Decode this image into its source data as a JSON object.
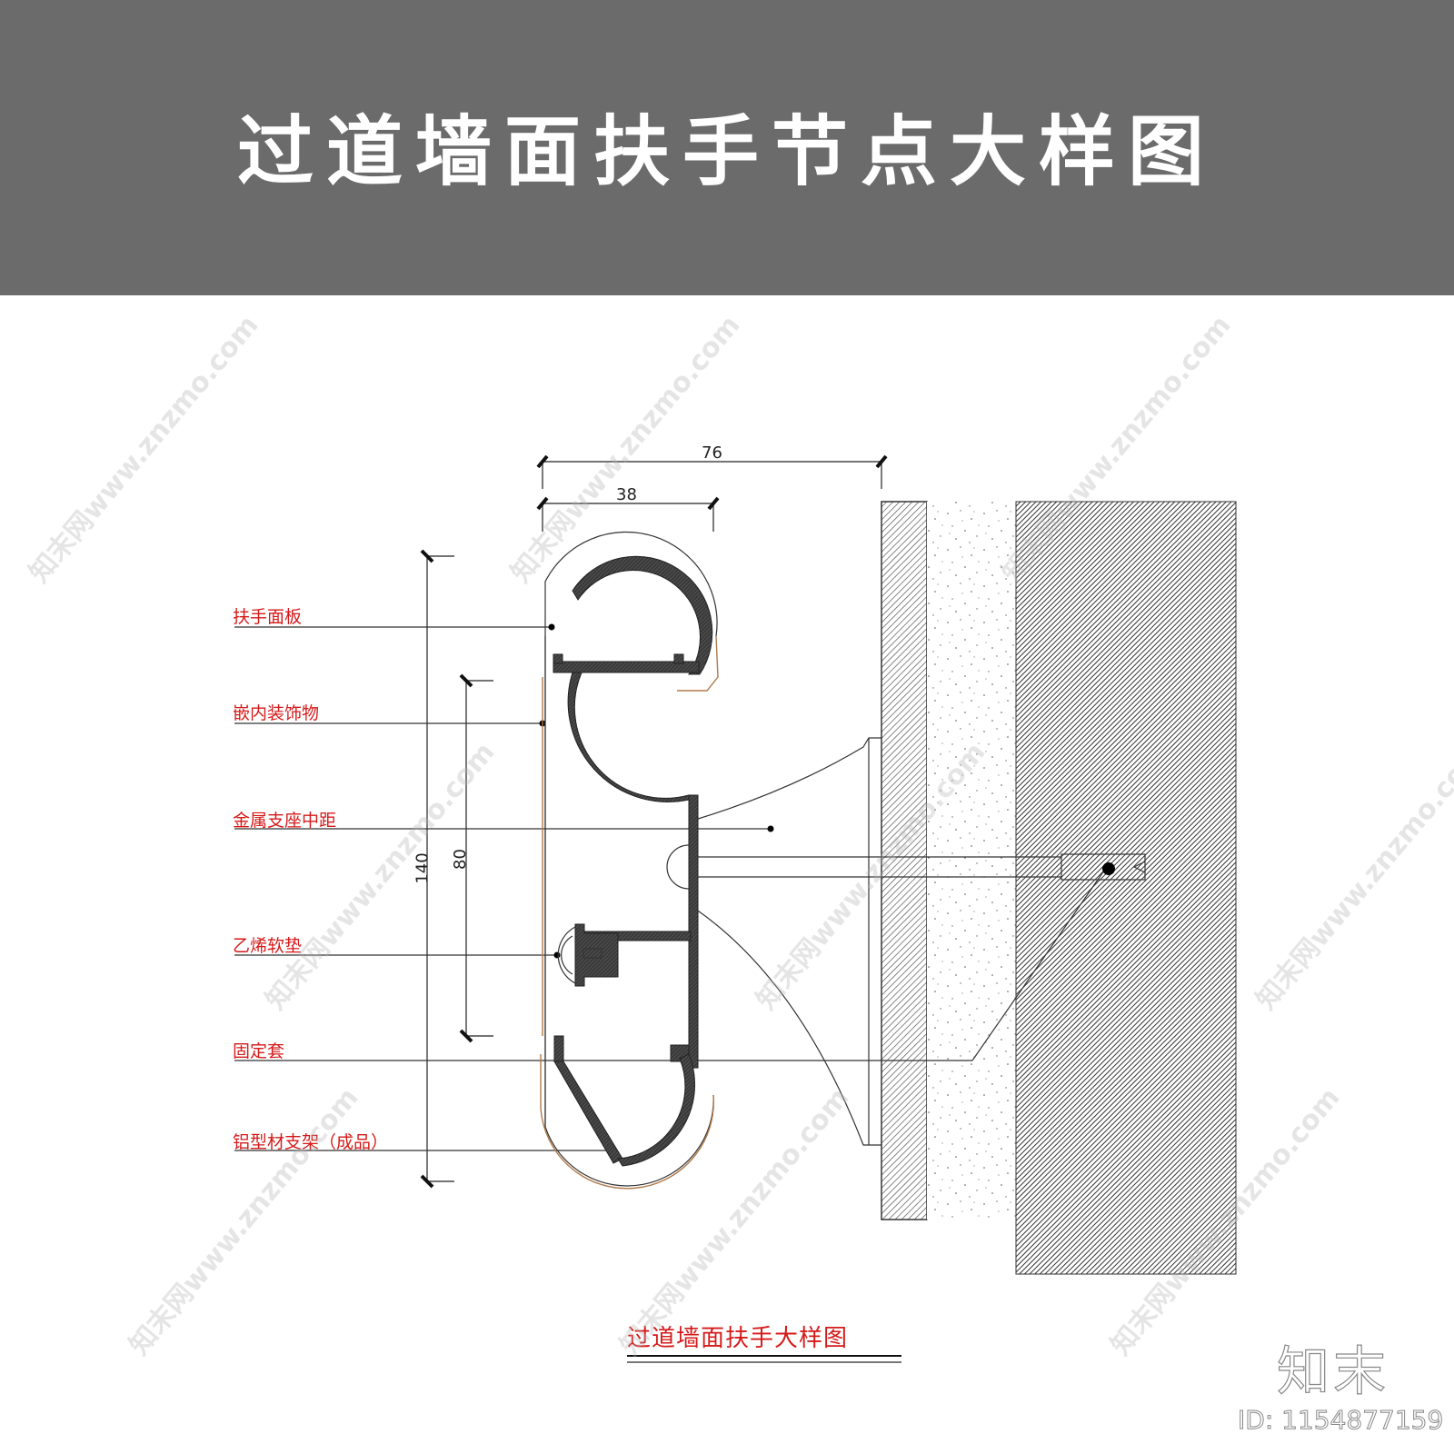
{
  "header": {
    "title": "过道墙面扶手节点大样图"
  },
  "dimensions": {
    "overall_width": "76",
    "half_width": "38",
    "overall_height": "140",
    "bracket_spacing": "80"
  },
  "callouts": [
    {
      "label": "扶手面板"
    },
    {
      "label": "嵌内装饰物"
    },
    {
      "label": "金属支座中距"
    },
    {
      "label": "乙烯软垫"
    },
    {
      "label": "固定套"
    },
    {
      "label": "铝型材支架（成品）"
    }
  ],
  "caption": "过道墙面扶手大样图",
  "branding": {
    "logo": "知末",
    "id": "ID: 1154877159"
  },
  "watermark": "知末网www.znzmo.com",
  "colors": {
    "banner": "#6b6b6b",
    "label_red": "#d61a1a",
    "profile_dark": "#3a3a3a",
    "trim_brown": "#b07a4a"
  }
}
